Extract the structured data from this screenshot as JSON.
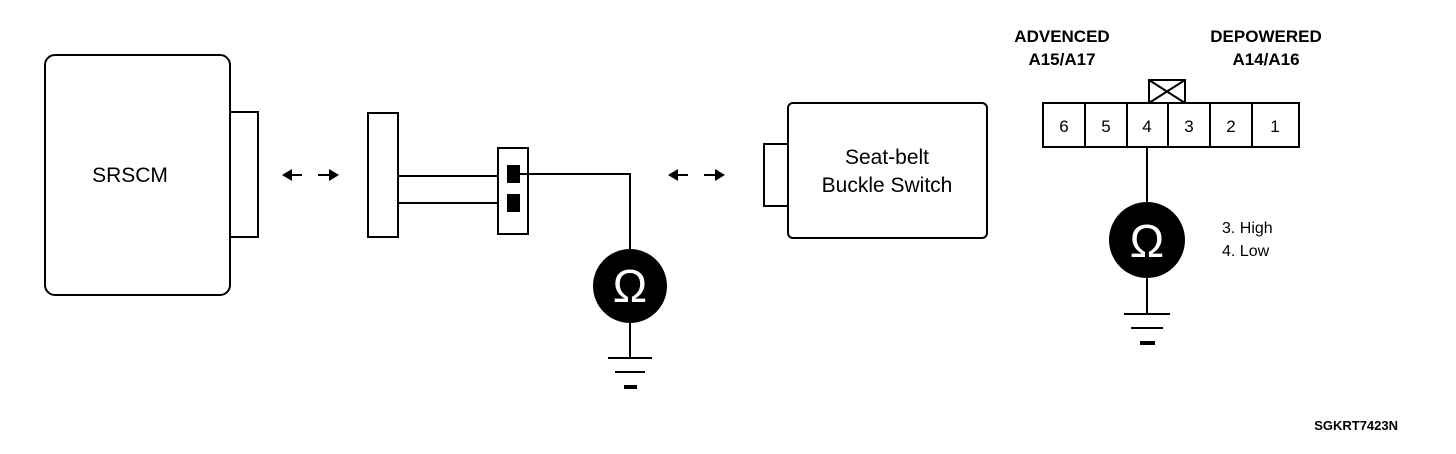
{
  "components": {
    "srscm_label": "SRSCM",
    "switch_label_line1": "Seat-belt",
    "switch_label_line2": "Buckle Switch"
  },
  "connector": {
    "advenced_label": "ADVENCED",
    "advenced_code": "A15/A17",
    "depowered_label": "DEPOWERED",
    "depowered_code": "A14/A16",
    "pins": [
      "6",
      "5",
      "4",
      "3",
      "2",
      "1"
    ]
  },
  "meter": {
    "symbol": "Ω"
  },
  "legend": {
    "line1": "3. High",
    "line2": "4. Low"
  },
  "figure_code": "SGKRT7423N"
}
